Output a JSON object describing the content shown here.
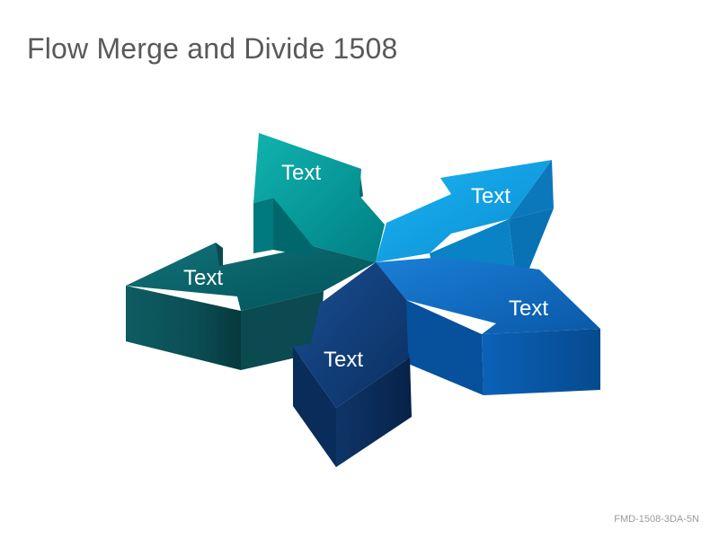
{
  "slide": {
    "title": "Flow Merge and Divide 1508",
    "code": "FMD-1508-3DA-5N"
  },
  "arrows": [
    {
      "label": "Text",
      "color": "#00A3A3"
    },
    {
      "label": "Text",
      "color": "#00A0E0"
    },
    {
      "label": "Text",
      "color": "#0A6EC8"
    },
    {
      "label": "Text",
      "color": "#0B3B78"
    },
    {
      "label": "Text",
      "color": "#005F66"
    }
  ]
}
